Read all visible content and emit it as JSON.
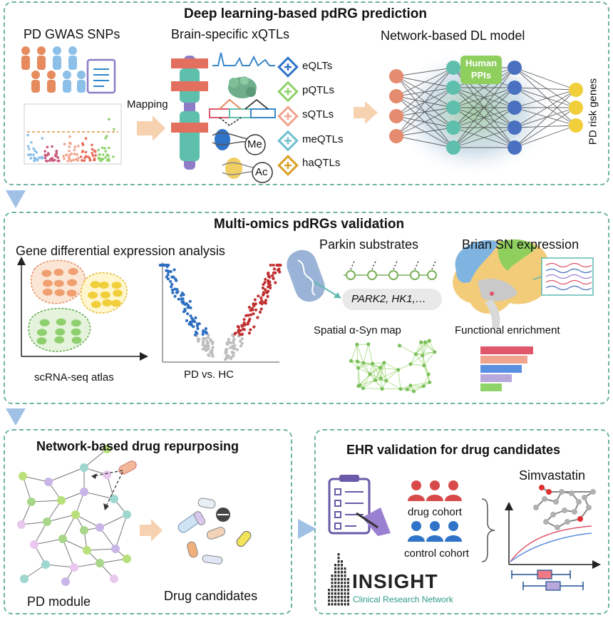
{
  "panel1": {
    "title": "Deep learning-based pdRG prediction",
    "gwas_label": "PD GWAS SNPs",
    "mapping_label": "Mapping",
    "xqtl_title": "Brain-specific xQTLs",
    "qtl_types": [
      "eQLTs",
      "pQTLs",
      "sQTLs",
      "meQTLs",
      "haQTLs"
    ],
    "me_label": "Me",
    "ac_label": "Ac",
    "dl_title": "Network-based DL model",
    "ppi_label": "Human\nPPIs",
    "risk_label": "PD risk genes"
  },
  "panel2": {
    "title": "Multi-omics pdRGs validation",
    "gde_label": "Gene differential expression analysis",
    "scrna_label": "scRNA-seq atlas",
    "volcano_label": "PD vs. HC",
    "parkin_label": "Parkin substrates",
    "parkin_genes": "PARK2, HK1,…",
    "spatial_label": "Spatial α-Syn map",
    "brain_label": "Brian SN expression",
    "functional_label": "Functional enrichment",
    "enrichment_colors": [
      "#e0566b",
      "#f0a48e",
      "#5b8fe0",
      "#b9a8dc",
      "#8fd36b"
    ]
  },
  "panel3": {
    "title": "Network-based drug repurposing",
    "module_label": "PD module",
    "drug_label": "Drug candidates"
  },
  "panel4": {
    "title": "EHR validation for drug candidates",
    "drug_cohort": "drug cohort",
    "control_cohort": "control cohort",
    "simvastatin": "Simvastatin",
    "insight": "INSIGHT",
    "insight_sub": "Clinical Research Network"
  },
  "colors": {
    "panel_border": "#6fb3a6",
    "arrow": "#f5c8a0",
    "flow_arrow": "#8fb6e0",
    "drug_cohort_color": "#d84a4a",
    "control_cohort_color": "#2f74c8",
    "insight_green": "#2f9a86"
  }
}
